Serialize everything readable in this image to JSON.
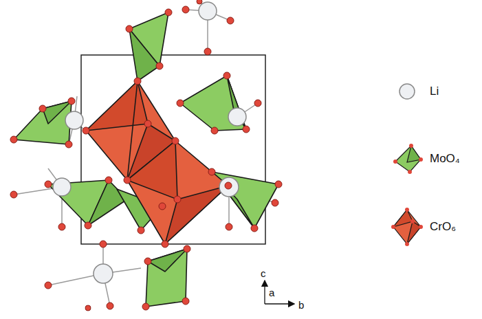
{
  "diagram": {
    "labels": [
      "c",
      "a",
      "b"
    ],
    "legend": [
      {
        "text": "Li"
      },
      {
        "text": "MoO₄"
      },
      {
        "text": "CrO₆"
      }
    ]
  }
}
